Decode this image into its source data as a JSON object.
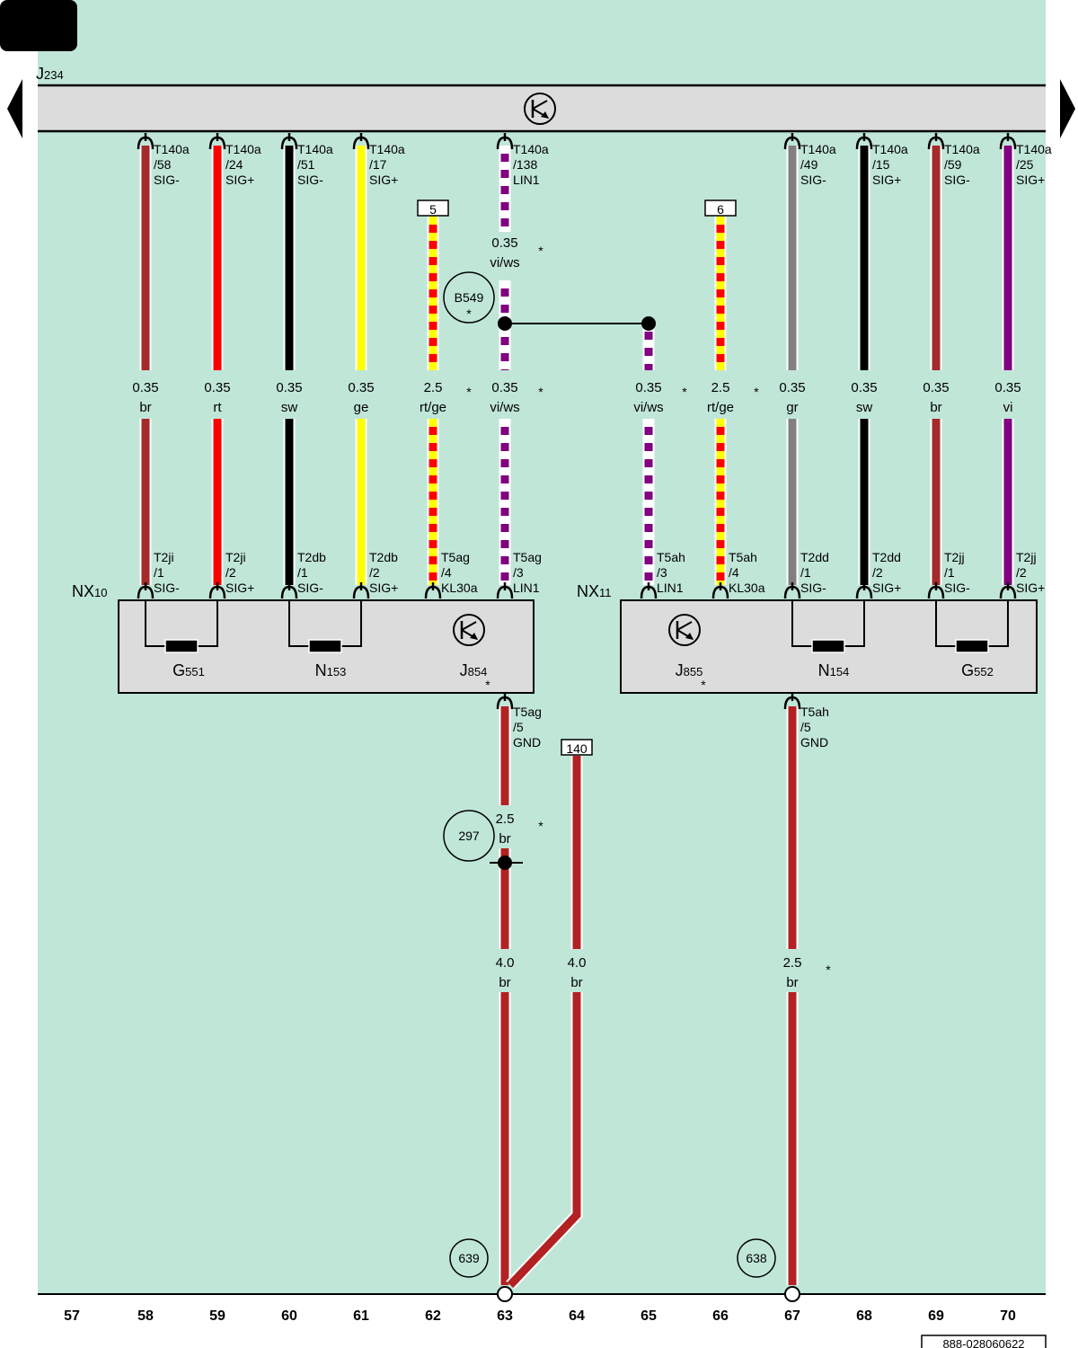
{
  "bus_label": "J",
  "bus_label_sub": "234",
  "footer_code": "888-028060622",
  "columns": [
    "57",
    "58",
    "59",
    "60",
    "61",
    "62",
    "63",
    "64",
    "65",
    "66",
    "67",
    "68",
    "69",
    "70"
  ],
  "top_wires": [
    {
      "col": "58",
      "pin": [
        "T140a",
        "/58",
        "SIG-"
      ],
      "size": "0.35",
      "color": "br",
      "hex": "#a52a2a",
      "stripe": null,
      "from": "bus"
    },
    {
      "col": "59",
      "pin": [
        "T140a",
        "/24",
        "SIG+"
      ],
      "size": "0.35",
      "color": "rt",
      "hex": "#ff0000",
      "stripe": null,
      "from": "bus"
    },
    {
      "col": "60",
      "pin": [
        "T140a",
        "/51",
        "SIG-"
      ],
      "size": "0.35",
      "color": "sw",
      "hex": "#000000",
      "stripe": null,
      "from": "bus"
    },
    {
      "col": "61",
      "pin": [
        "T140a",
        "/17",
        "SIG+"
      ],
      "size": "0.35",
      "color": "ge",
      "hex": "#ffff00",
      "stripe": null,
      "from": "bus"
    },
    {
      "col": "62",
      "box": "5",
      "size": "2.5",
      "color": "rt/ge",
      "hex": "#ff0000",
      "stripe": "#ffff00",
      "from": "box",
      "star": true
    },
    {
      "col": "63",
      "pin": [
        "T140a",
        "/138",
        "LIN1"
      ],
      "size": "0.35",
      "color": "vi/ws",
      "hex": "#800080",
      "stripe": "#ffffff",
      "from": "bus",
      "star": true,
      "extra_label": {
        "size": "0.35",
        "color": "vi/ws",
        "star": true
      }
    },
    {
      "col": "65",
      "size": "0.35",
      "color": "vi/ws",
      "hex": "#800080",
      "stripe": "#ffffff",
      "from": "splice",
      "star": true
    },
    {
      "col": "66",
      "box": "6",
      "size": "2.5",
      "color": "rt/ge",
      "hex": "#ff0000",
      "stripe": "#ffff00",
      "from": "box",
      "star": true
    },
    {
      "col": "67",
      "pin": [
        "T140a",
        "/49",
        "SIG-"
      ],
      "size": "0.35",
      "color": "gr",
      "hex": "#808080",
      "stripe": null,
      "from": "bus"
    },
    {
      "col": "68",
      "pin": [
        "T140a",
        "/15",
        "SIG+"
      ],
      "size": "0.35",
      "color": "sw",
      "hex": "#000000",
      "stripe": null,
      "from": "bus"
    },
    {
      "col": "69",
      "pin": [
        "T140a",
        "/59",
        "SIG-"
      ],
      "size": "0.35",
      "color": "br",
      "hex": "#a52a2a",
      "stripe": null,
      "from": "bus"
    },
    {
      "col": "70",
      "pin": [
        "T140a",
        "/25",
        "SIG+"
      ],
      "size": "0.35",
      "color": "vi",
      "hex": "#800080",
      "stripe": null,
      "from": "bus"
    }
  ],
  "module_pins": [
    {
      "col": "58",
      "pin": [
        "T2ji",
        "/1",
        "SIG-"
      ]
    },
    {
      "col": "59",
      "pin": [
        "T2ji",
        "/2",
        "SIG+"
      ]
    },
    {
      "col": "60",
      "pin": [
        "T2db",
        "/1",
        "SIG-"
      ]
    },
    {
      "col": "61",
      "pin": [
        "T2db",
        "/2",
        "SIG+"
      ]
    },
    {
      "col": "62",
      "pin": [
        "T5ag",
        "/4",
        "KL30a"
      ]
    },
    {
      "col": "63",
      "pin": [
        "T5ag",
        "/3",
        "LIN1"
      ]
    },
    {
      "col": "65",
      "pin": [
        "T5ah",
        "/3",
        "LIN1"
      ]
    },
    {
      "col": "66",
      "pin": [
        "T5ah",
        "/4",
        "KL30a"
      ]
    },
    {
      "col": "67",
      "pin": [
        "T2dd",
        "/1",
        "SIG-"
      ]
    },
    {
      "col": "68",
      "pin": [
        "T2dd",
        "/2",
        "SIG+"
      ]
    },
    {
      "col": "69",
      "pin": [
        "T2jj",
        "/1",
        "SIG-"
      ]
    },
    {
      "col": "70",
      "pin": [
        "T2jj",
        "/2",
        "SIG+"
      ]
    }
  ],
  "nx10": {
    "label": "NX",
    "sub": "10",
    "components": [
      {
        "main": "G",
        "sub": "551"
      },
      {
        "main": "N",
        "sub": "153"
      },
      {
        "main": "J",
        "sub": "854"
      }
    ]
  },
  "nx11": {
    "label": "NX",
    "sub": "11",
    "components": [
      {
        "main": "J",
        "sub": "855"
      },
      {
        "main": "N",
        "sub": "154"
      },
      {
        "main": "G",
        "sub": "552"
      }
    ]
  },
  "connector_b549": "B549",
  "gnd_left": {
    "pin": [
      "T5ag",
      "/5",
      "GND"
    ],
    "size": "2.5",
    "color": "br",
    "splice": "297",
    "lower_size": "4.0",
    "lower_color": "br",
    "ground": "639"
  },
  "wire_140": {
    "box": "140",
    "size": "4.0",
    "color": "br"
  },
  "gnd_right": {
    "pin": [
      "T5ah",
      "/5",
      "GND"
    ],
    "size": "2.5",
    "color": "br",
    "ground": "638"
  }
}
